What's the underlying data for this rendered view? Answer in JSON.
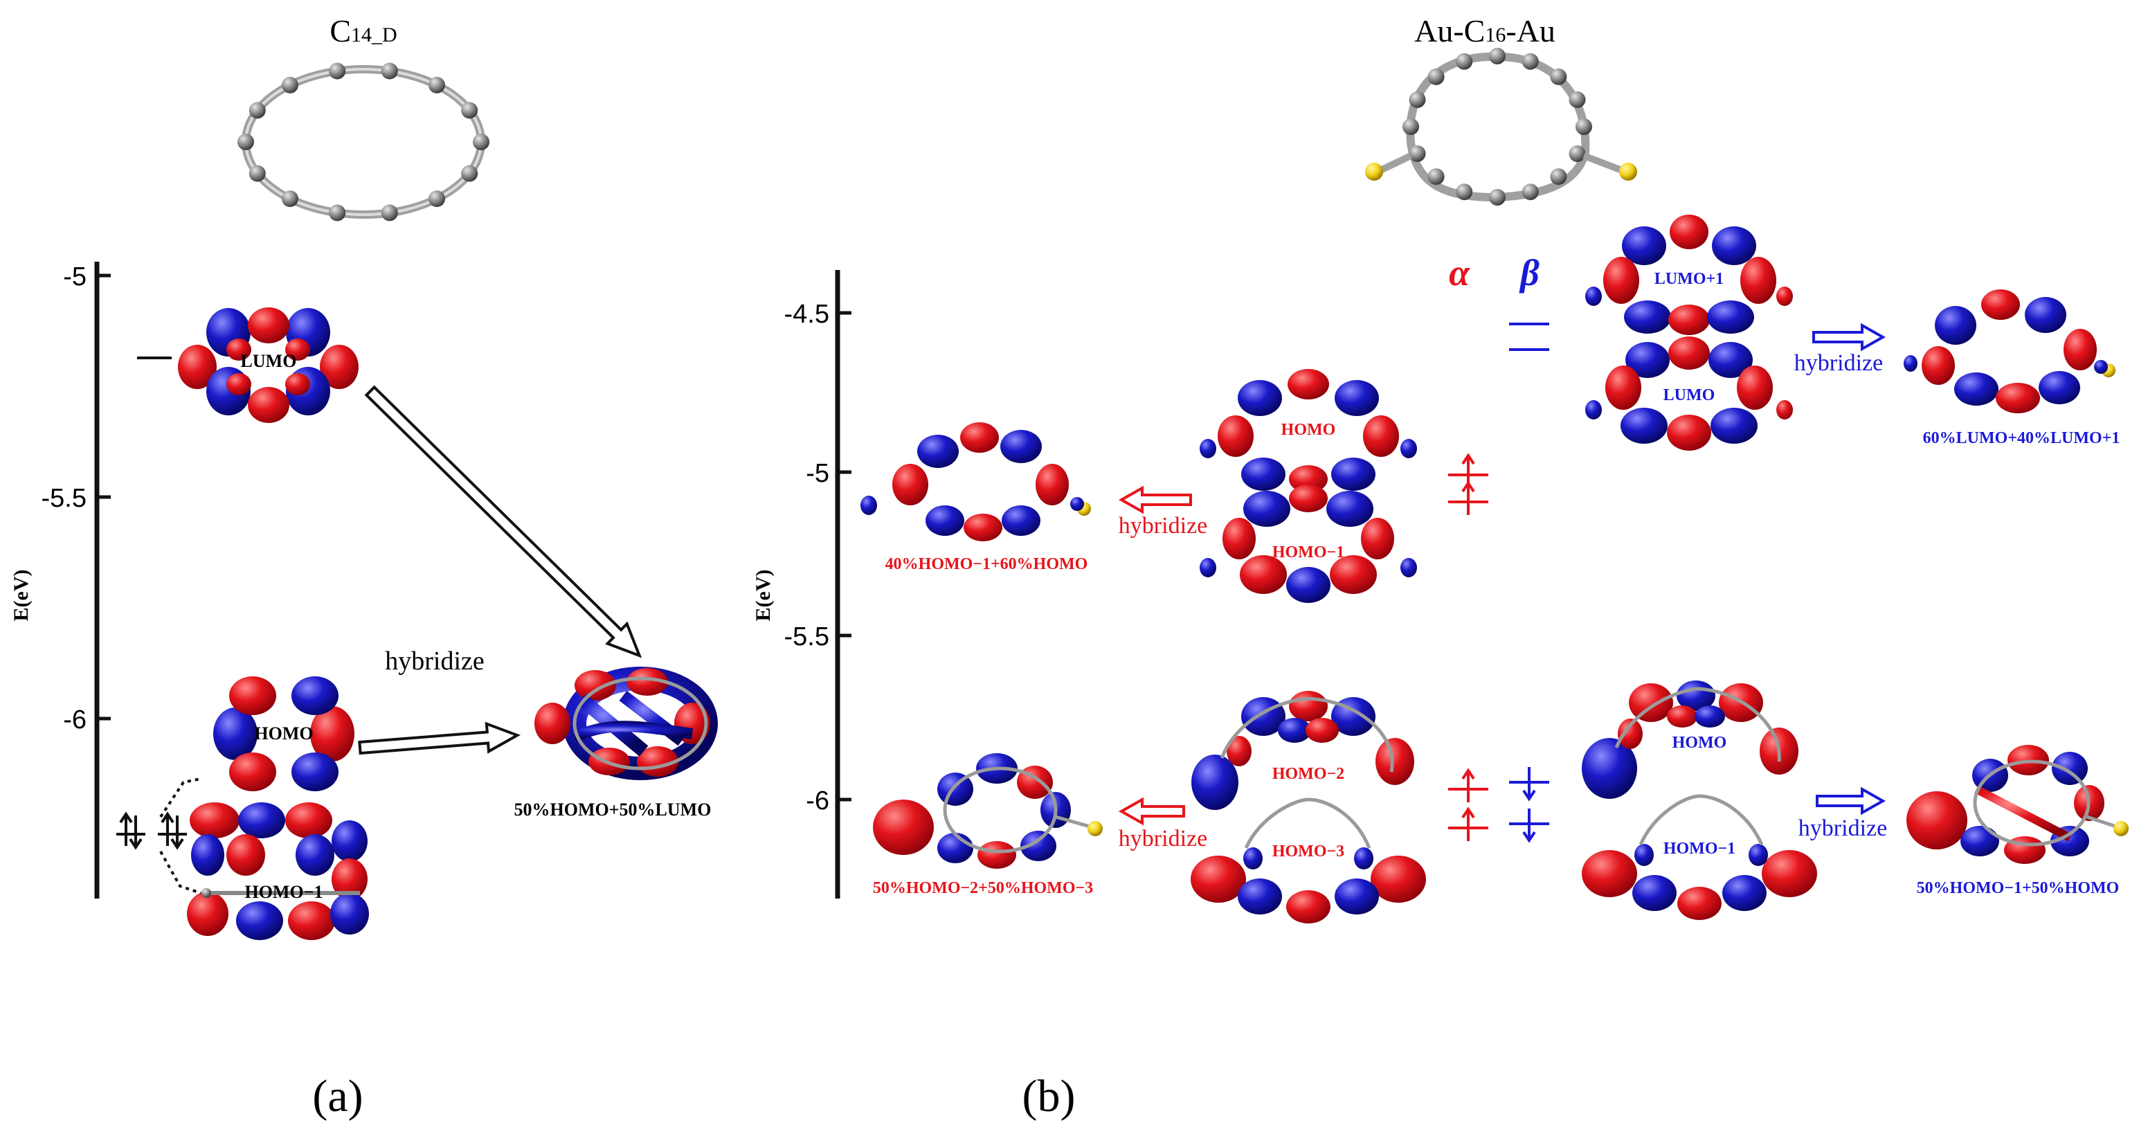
{
  "colors": {
    "lobe_red": "#e3141b",
    "lobe_blue": "#1a1ac8",
    "atom_gray": "#8a8a8a",
    "gold": "#f2d21a",
    "alpha_red": "#e8141b",
    "beta_blue": "#1a1ad8",
    "black": "#111111"
  },
  "panel_a": {
    "title_main": "C",
    "title_sub": "14_D",
    "axis_label": "E(eV)",
    "ticks": [
      "-5",
      "-5.5",
      "-6"
    ],
    "orbitals": {
      "lumo": "LUMO",
      "homo": "HOMO",
      "homo_1": "HOMO−1"
    },
    "hybridize": "hybridize",
    "result": "50%HOMO+50%LUMO",
    "caption": "(a)"
  },
  "panel_b": {
    "title_prefix": "Au-C",
    "title_sub": "16",
    "title_suffix": "-Au",
    "axis_label": "E(eV)",
    "ticks": [
      "-4.5",
      "-5",
      "-5.5",
      "-6"
    ],
    "alpha": "α",
    "beta": "β",
    "orbitals": {
      "lumo1": "LUMO+1",
      "lumo": "LUMO",
      "homo_a": "HOMO",
      "homo_1_a": "HOMO−1",
      "homo_2": "HOMO−2",
      "homo_3": "HOMO−3",
      "homo_b": "HOMO",
      "homo_1_b": "HOMO−1"
    },
    "hybridize": "hybridize",
    "result_beta_lumo": "60%LUMO+40%LUMO+1",
    "result_alpha_homo": "40%HOMO−1+60%HOMO",
    "result_alpha_low": "50%HOMO−2+50%HOMO−3",
    "result_beta_low": "50%HOMO−1+50%HOMO",
    "caption": "(b)"
  }
}
